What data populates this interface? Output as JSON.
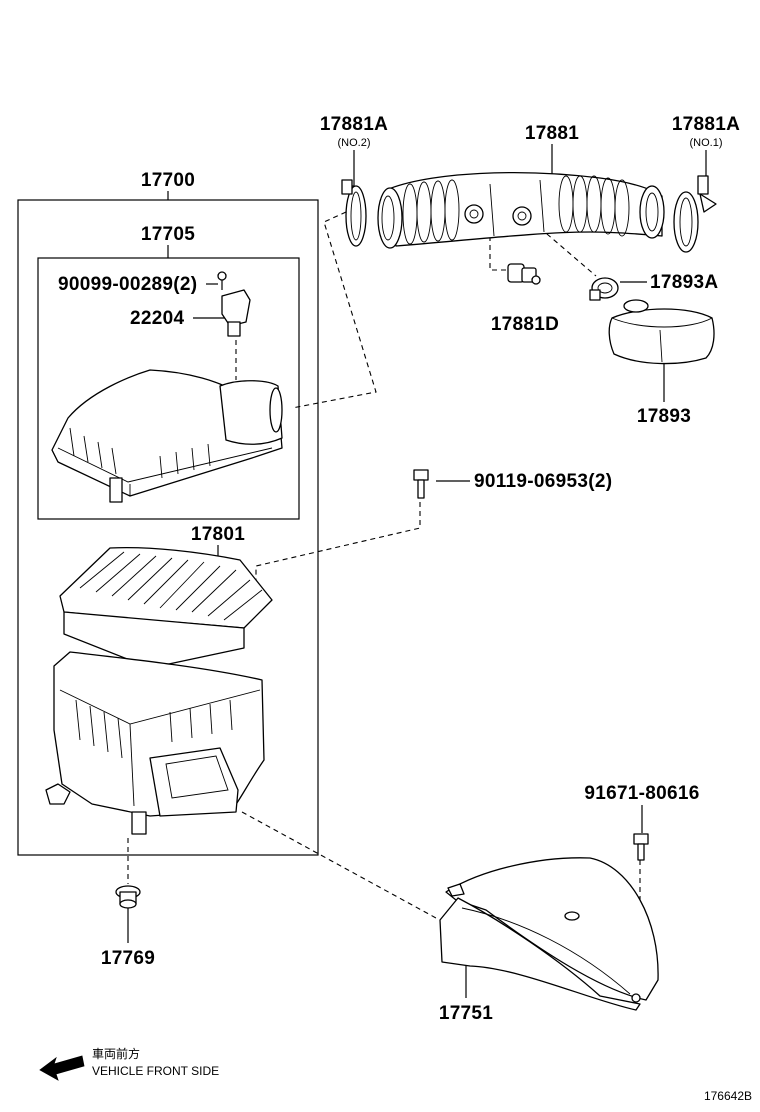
{
  "labels": {
    "p17700": "17700",
    "p17705": "17705",
    "p90099": "90099-00289(2)",
    "p22204": "22204",
    "p17801": "17801",
    "p17881A_no2": "17881A",
    "no2": "(NO.2)",
    "p17881": "17881",
    "p17881A_no1": "17881A",
    "no1": "(NO.1)",
    "p17881D": "17881D",
    "p17893A": "17893A",
    "p17893": "17893",
    "p90119": "90119-06953(2)",
    "p91671": "91671-80616",
    "p17769": "17769",
    "p17751": "17751"
  },
  "legend": {
    "japanese": "車両前方",
    "english": "VEHICLE FRONT SIDE"
  },
  "diagram_id": "176642B",
  "icons": {
    "direction": "left-arrow-icon"
  }
}
